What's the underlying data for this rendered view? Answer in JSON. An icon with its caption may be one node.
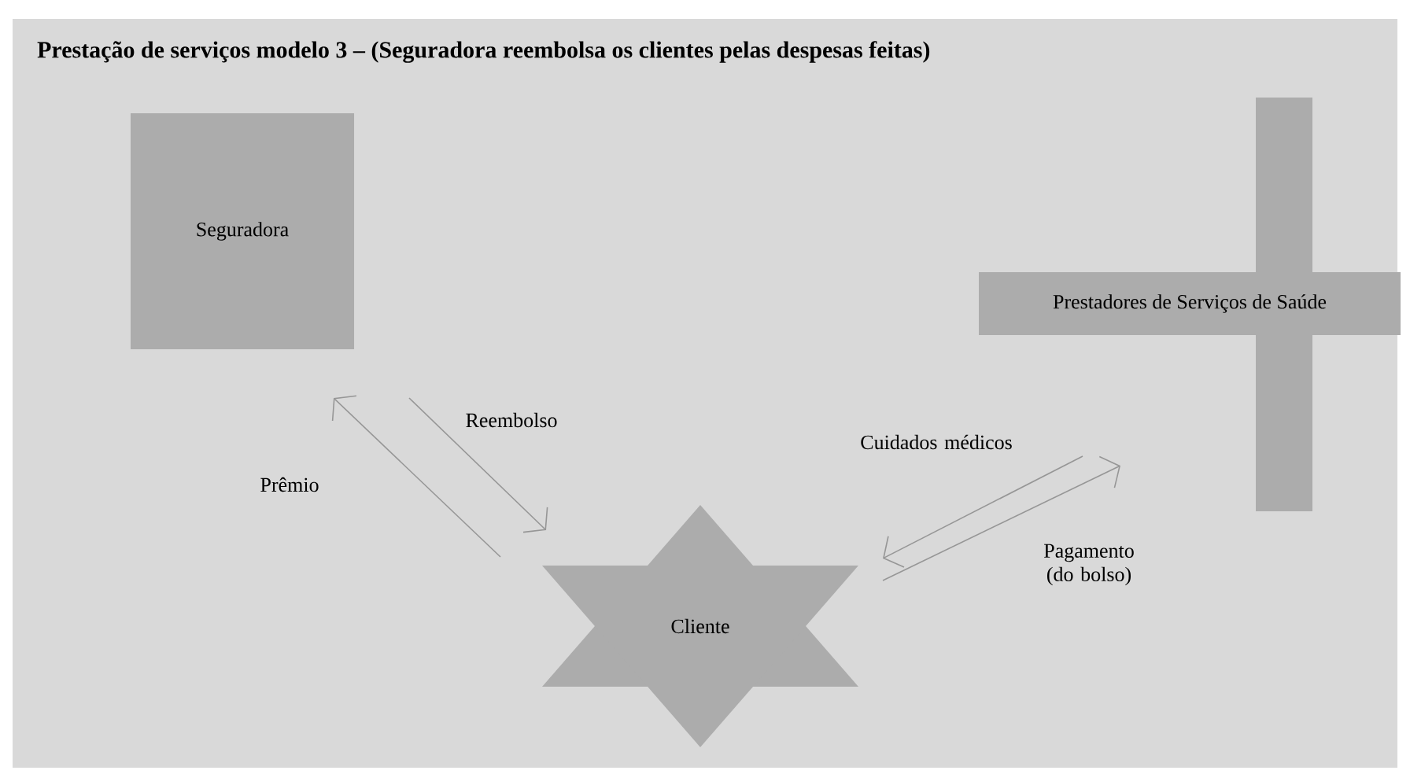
{
  "diagram": {
    "title": "Prestação de serviços modelo 3 – (Seguradora reembolsa os clientes pelas despesas feitas)",
    "nodes": [
      {
        "text": [
          "Seguradora"
        ]
      },
      {
        "text": [
          "Cliente"
        ]
      },
      {
        "text": [
          "Prestadores de Serviços de Saúde"
        ]
      }
    ],
    "edges": [
      {
        "from": 1,
        "to": 0,
        "arrow": "to",
        "label": "Prêmio"
      },
      {
        "from": 0,
        "to": 1,
        "arrow": "to",
        "label": "Reembolso"
      },
      {
        "from": 2,
        "to": 1,
        "arrow": "to",
        "label": "Cuidados médicos"
      },
      {
        "from": 1,
        "to": 2,
        "arrow": "to",
        "label": "Pagamento (do bolso)"
      }
    ]
  }
}
